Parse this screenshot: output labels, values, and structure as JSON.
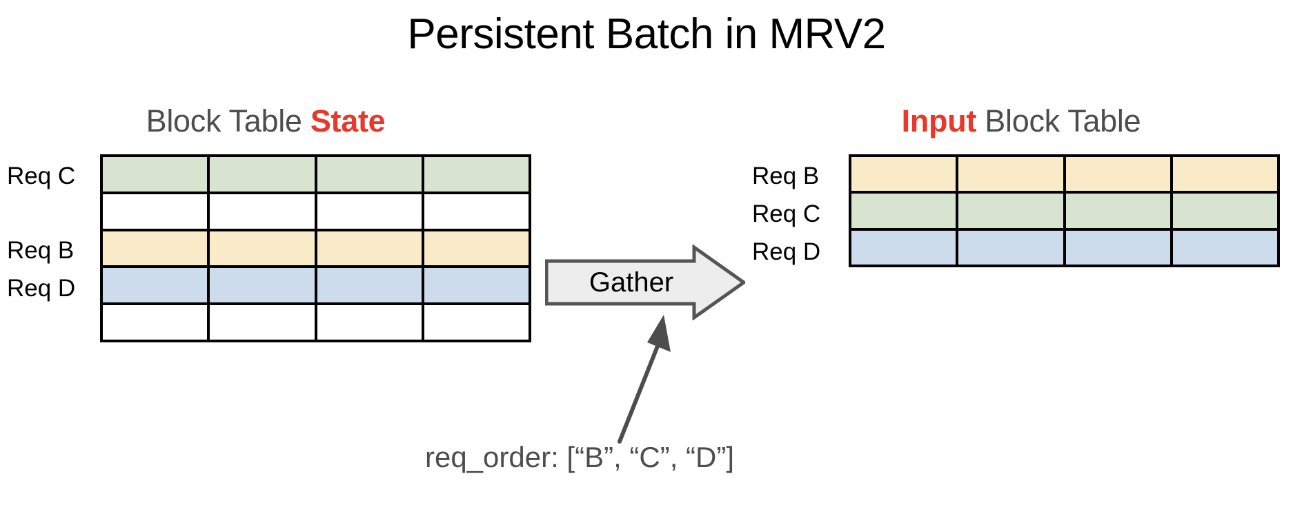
{
  "title": "Persistent Batch in MRV2",
  "colors": {
    "accent_red": "#E8372B",
    "heading_gray": "#4D4D4D",
    "green": "#D8E4D0",
    "yellow": "#FAEBC8",
    "blue": "#CCDCEC",
    "white": "#FFFFFF",
    "arrow_fill": "#EDEDED",
    "arrow_stroke": "#555555",
    "grid_line": "#000000"
  },
  "left_panel": {
    "heading_prefix": "Block Table ",
    "heading_highlight": "State",
    "row_labels": [
      "Req C",
      "",
      "Req B",
      "Req D",
      ""
    ],
    "rows": [
      {
        "label": "Req C",
        "color": "green",
        "cells": [
          "",
          "",
          "",
          ""
        ]
      },
      {
        "label": "",
        "color": "white",
        "cells": [
          "",
          "",
          "",
          ""
        ]
      },
      {
        "label": "Req B",
        "color": "yellow",
        "cells": [
          "",
          "",
          "",
          ""
        ]
      },
      {
        "label": "Req D",
        "color": "blue",
        "cells": [
          "",
          "",
          "",
          ""
        ]
      },
      {
        "label": "",
        "color": "white",
        "cells": [
          "",
          "",
          "",
          ""
        ]
      }
    ],
    "columns": 4
  },
  "right_panel": {
    "heading_highlight": "Input",
    "heading_suffix": " Block Table",
    "row_labels": [
      "Req B",
      "Req C",
      "Req D"
    ],
    "rows": [
      {
        "label": "Req B",
        "color": "yellow",
        "cells": [
          "",
          "",
          "",
          ""
        ]
      },
      {
        "label": "Req C",
        "color": "green",
        "cells": [
          "",
          "",
          "",
          ""
        ]
      },
      {
        "label": "Req D",
        "color": "blue",
        "cells": [
          "",
          "",
          "",
          ""
        ]
      }
    ],
    "columns": 4
  },
  "gather": {
    "label": "Gather",
    "direction": "right"
  },
  "caption": {
    "text": "req_order: [“B”, “C”, “D”]"
  }
}
